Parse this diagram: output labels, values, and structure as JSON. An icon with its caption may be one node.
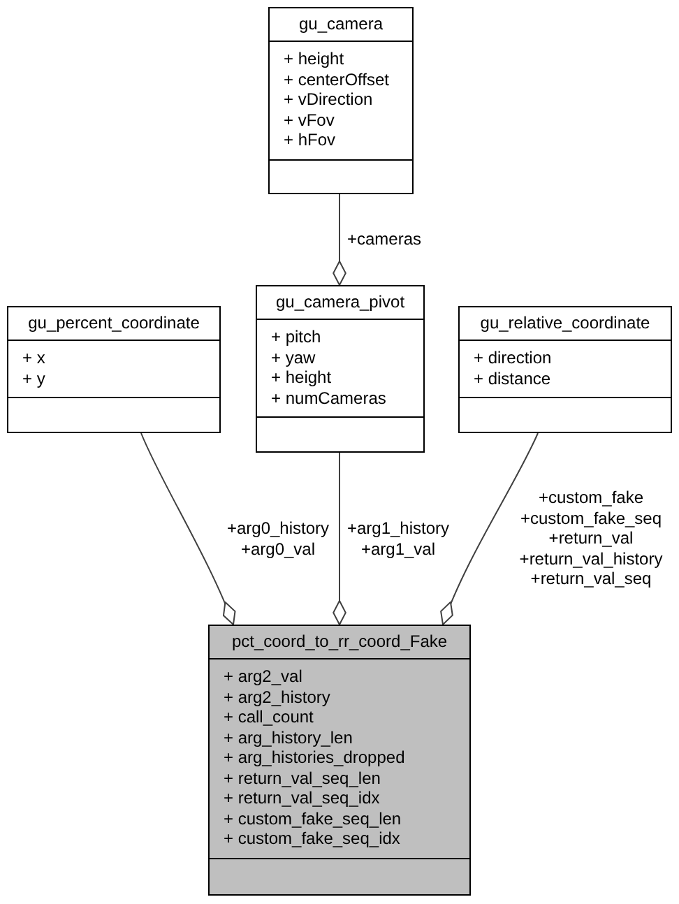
{
  "diagram": {
    "nodes": [
      {
        "text": [
          "gu_camera",
          "+ height",
          "+ centerOffset",
          "+ vDirection",
          "+ vFov",
          "+ hFov"
        ]
      },
      {
        "text": [
          "gu_percent_coordinate",
          "+ x",
          "+ y"
        ]
      },
      {
        "text": [
          "gu_camera_pivot",
          "+ pitch",
          "+ yaw",
          "+ height",
          "+ numCameras"
        ]
      },
      {
        "text": [
          "gu_relative_coordinate",
          "+ direction",
          "+ distance"
        ]
      },
      {
        "text": [
          "pct_coord_to_rr_coord_Fake",
          "+ arg2_val",
          "+ arg2_history",
          "+ call_count",
          "+ arg_history_len",
          "+ arg_histories_dropped",
          "+ return_val_seq_len",
          "+ return_val_seq_idx",
          "+ custom_fake_seq_len",
          "+ custom_fake_seq_idx"
        ]
      }
    ],
    "edges": [
      {
        "from": 0,
        "to": 2,
        "arrow": "other",
        "label": "+cameras"
      },
      {
        "from": 1,
        "to": 4,
        "arrow": "other",
        "label": "+arg0_history +arg0_val"
      },
      {
        "from": 2,
        "to": 4,
        "arrow": "other",
        "label": "+arg1_history +arg1_val"
      },
      {
        "from": 3,
        "to": 4,
        "arrow": "other",
        "label": "+custom_fake +custom_fake_seq +return_val +return_val_history +return_val_seq"
      }
    ]
  }
}
